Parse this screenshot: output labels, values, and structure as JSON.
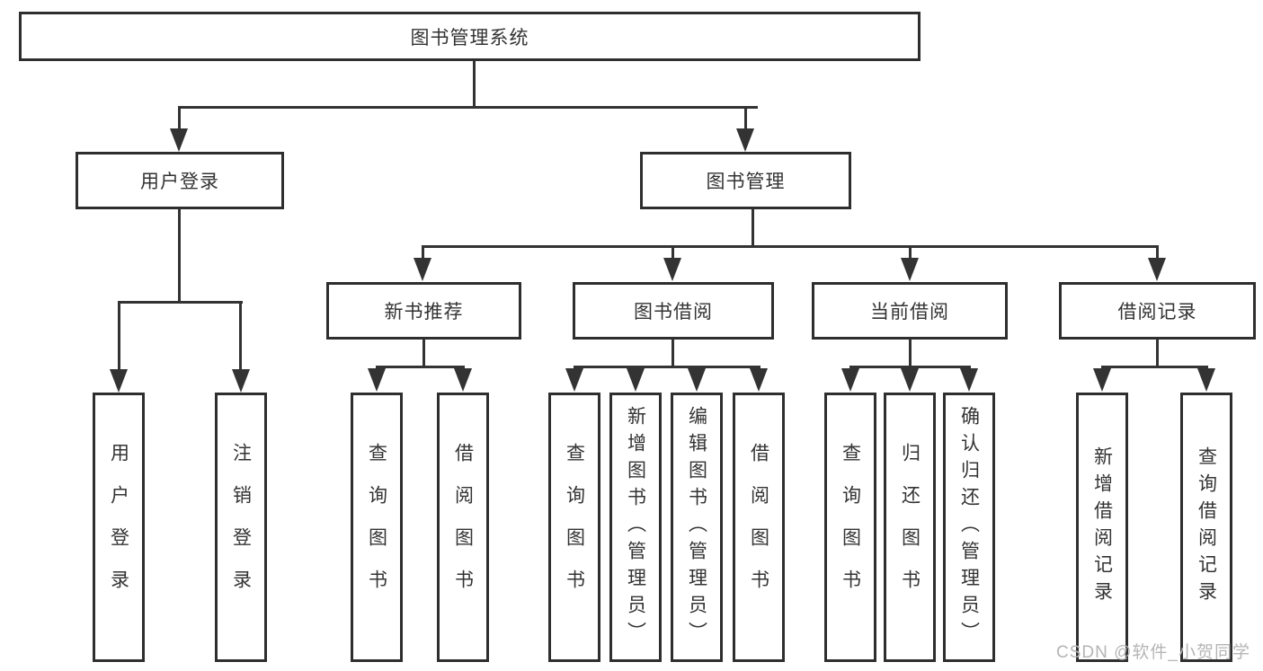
{
  "diagram": {
    "title": "图书管理系统",
    "level1": {
      "user_login": "用户登录",
      "book_management": "图书管理"
    },
    "level2": {
      "new_book_recommend": "新书推荐",
      "book_borrowing": "图书借阅",
      "current_borrowing": "当前借阅",
      "borrowing_records": "借阅记录"
    },
    "leaves": {
      "user_login": [
        "用户登录",
        "注销登录"
      ],
      "new_book_recommend": [
        "查询图书",
        "借阅图书"
      ],
      "book_borrowing": [
        "查询图书",
        "新增图书（管理员）",
        "编辑图书（管理员）",
        "借阅图书"
      ],
      "current_borrowing": [
        "查询图书",
        "归还图书",
        "确认归还（管理员）"
      ],
      "borrowing_records": [
        "新增借阅记录",
        "查询借阅记录"
      ]
    }
  },
  "watermark": "CSDN @软件_小贺同学",
  "colors": {
    "line": "#333333",
    "border": "#2e2e2e",
    "text": "#333333",
    "watermark": "#b5b5b5",
    "background": "#ffffff"
  }
}
